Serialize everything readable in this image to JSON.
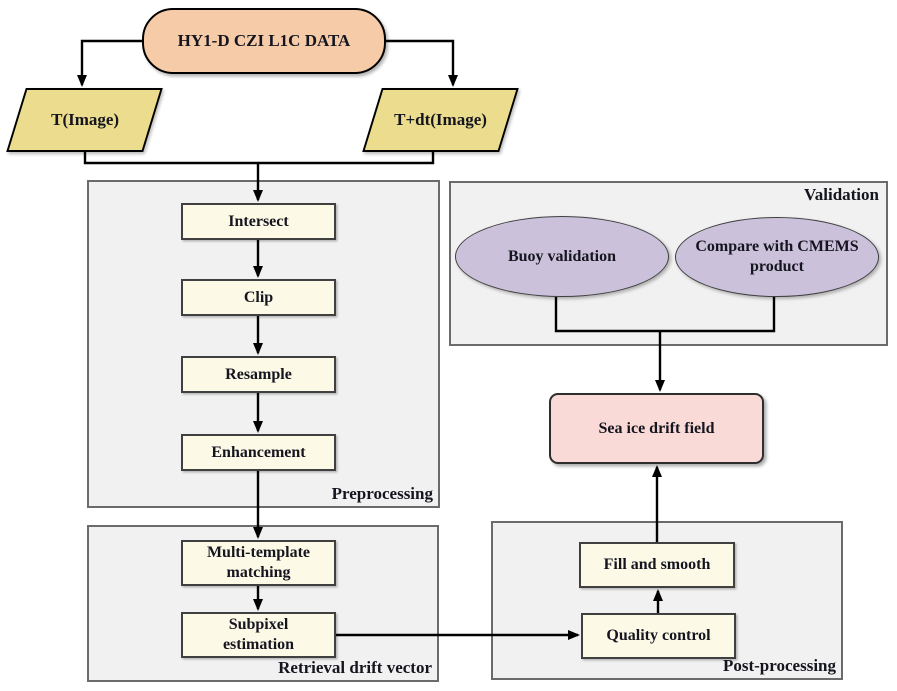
{
  "flowchart": {
    "source": "HY1-D CZI L1C DATA",
    "input_left": "T(Image)",
    "input_right": "T+dt(Image)",
    "preprocessing": {
      "label": "Preprocessing",
      "steps": [
        "Intersect",
        "Clip",
        "Resample",
        "Enhancement"
      ]
    },
    "retrieval": {
      "label": "Retrieval drift vector",
      "steps": [
        "Multi-template matching",
        "Subpixel estimation"
      ]
    },
    "postprocessing": {
      "label": "Post-processing",
      "steps": [
        "Quality control",
        "Fill and smooth"
      ]
    },
    "validation": {
      "label": "Validation",
      "methods": [
        "Buoy validation",
        "Compare with CMEMS product"
      ]
    },
    "output": "Sea ice drift field",
    "colors": {
      "source_fill": "#f6cba8",
      "input_fill": "#ebdd8d",
      "process_fill": "#fdf9e7",
      "group_fill": "#f1f1f1",
      "validation_fill": "#ccc1db",
      "output_fill": "#f9dad7",
      "line": "#000000"
    }
  }
}
